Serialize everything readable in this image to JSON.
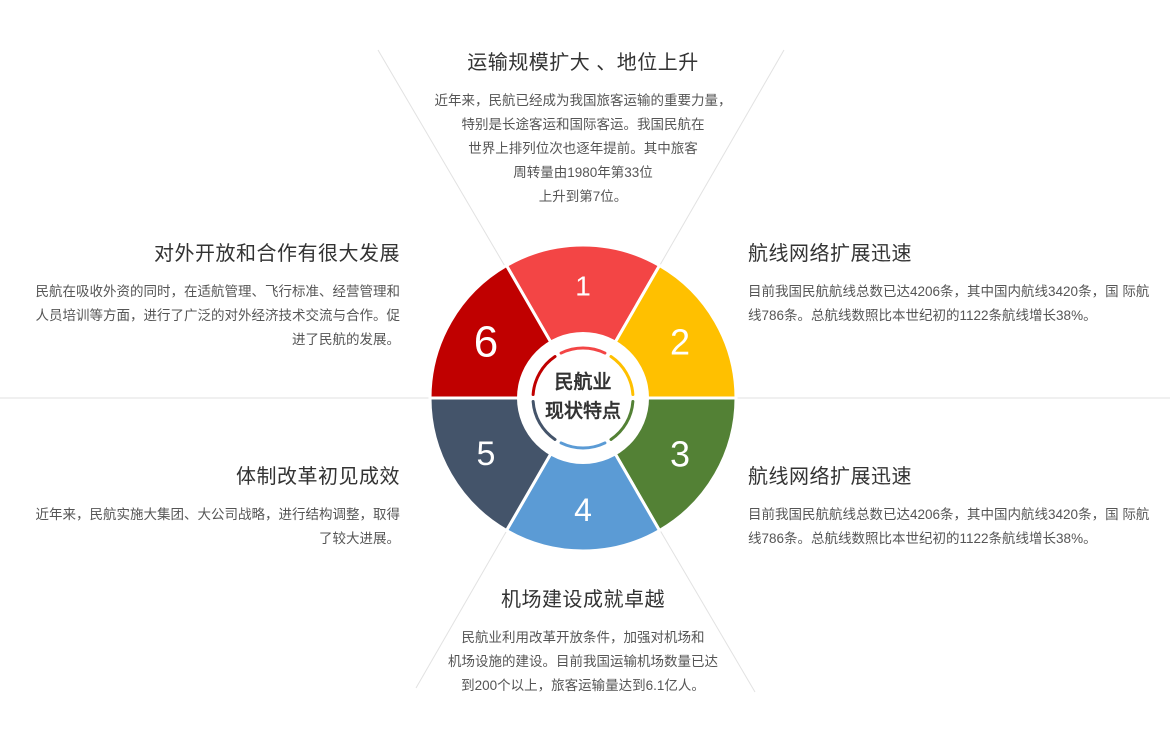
{
  "center": {
    "line1": "民航业",
    "line2": "现状特点"
  },
  "colors": {
    "s1": "#f34545",
    "s2": "#ffc000",
    "s3": "#538135",
    "s4": "#5b9bd5",
    "s5": "#44546a",
    "s6": "#c00000"
  },
  "segments": [
    {
      "num": "1",
      "color": "#f34545"
    },
    {
      "num": "2",
      "color": "#ffc000"
    },
    {
      "num": "3",
      "color": "#538135"
    },
    {
      "num": "4",
      "color": "#5b9bd5"
    },
    {
      "num": "5",
      "color": "#44546a"
    },
    {
      "num": "6",
      "color": "#c00000"
    }
  ],
  "blocks": {
    "b1": {
      "title": "运输规模扩大 、地位上升",
      "lines": [
        "近年来，民航已经成为我国旅客运输的重要力量，",
        "特别是长途客运和国际客运。我国民航在",
        "世界上排列位次也逐年提前。其中旅客",
        "周转量由1980年第33位",
        "上升到第7位。"
      ]
    },
    "b2": {
      "title": "航线网络扩展迅速",
      "lines": [
        "目前我国民航航线总数已达4206条，其中国内航线3420条，国 际航",
        "线786条。总航线数照比本世纪初的1122条航线增长38%。"
      ]
    },
    "b3": {
      "title": "航线网络扩展迅速",
      "lines": [
        "目前我国民航航线总数已达4206条，其中国内航线3420条，国 际航",
        "线786条。总航线数照比本世纪初的1122条航线增长38%。"
      ]
    },
    "b4": {
      "title": "机场建设成就卓越",
      "lines": [
        "民航业利用改革开放条件，加强对机场和",
        "机场设施的建设。目前我国运输机场数量已达",
        "到200个以上，旅客运输量达到6.1亿人。"
      ]
    },
    "b5": {
      "title": "体制改革初见成效",
      "lines": [
        "近年来，民航实施大集团、大公司战略，进行结构调整，取得",
        "了较大进展。"
      ]
    },
    "b6": {
      "title": "对外开放和合作有很大发展",
      "lines": [
        "民航在吸收外资的同时，在适航管理、飞行标准、经营管理和",
        "人员培训等方面，进行了广泛的对外经济技术交流与合作。促",
        "进了民航的发展。"
      ]
    }
  }
}
